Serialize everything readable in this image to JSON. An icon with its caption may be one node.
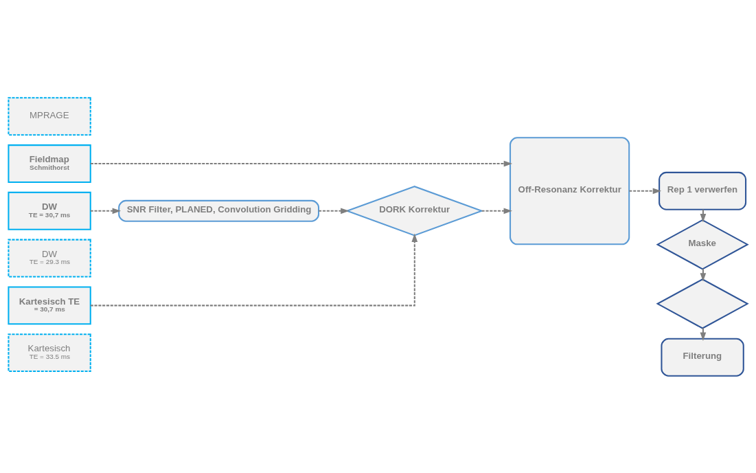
{
  "diagram": {
    "nodes": [
      {
        "text": [
          "MPRAGE"
        ]
      },
      {
        "text": [
          "Fieldmap",
          "Schmithorst"
        ]
      },
      {
        "text": [
          "DW",
          "TE = 30,7 ms"
        ]
      },
      {
        "text": [
          "DW",
          "TE = 29.3 ms"
        ]
      },
      {
        "text": [
          "Kartesisch TE",
          "= 30,7 ms"
        ]
      },
      {
        "text": [
          "Kartesisch",
          "TE = 33.5 ms"
        ]
      },
      {
        "text": [
          "SNR Filter, PLANED, Convolution Gridding"
        ]
      },
      {
        "text": [
          "DORK Korrektur"
        ]
      },
      {
        "text": [
          "Off-Resonanz Korrektur"
        ]
      },
      {
        "text": [
          "Rep 1 verwerfen"
        ]
      },
      {
        "text": [
          "Maske"
        ]
      },
      {
        "text": [],
        "shape": "diamond"
      },
      {
        "text": [
          "Filterung"
        ]
      }
    ],
    "edges": [
      {
        "from": 1,
        "to": 8,
        "arrow": "to",
        "style": "dashed"
      },
      {
        "from": 2,
        "to": 6,
        "arrow": "to",
        "style": "dashed"
      },
      {
        "from": 6,
        "to": 7,
        "arrow": "to",
        "style": "dashed"
      },
      {
        "from": 4,
        "to": 7,
        "arrow": "to",
        "style": "dashed"
      },
      {
        "from": 7,
        "to": 8,
        "arrow": "to",
        "style": "dashed"
      },
      {
        "from": 8,
        "to": 9,
        "arrow": "to",
        "style": "dashed"
      },
      {
        "from": 9,
        "to": 10,
        "arrow": "to"
      },
      {
        "from": 10,
        "to": 11,
        "arrow": "to"
      },
      {
        "from": 11,
        "to": 12,
        "arrow": "to"
      }
    ]
  }
}
